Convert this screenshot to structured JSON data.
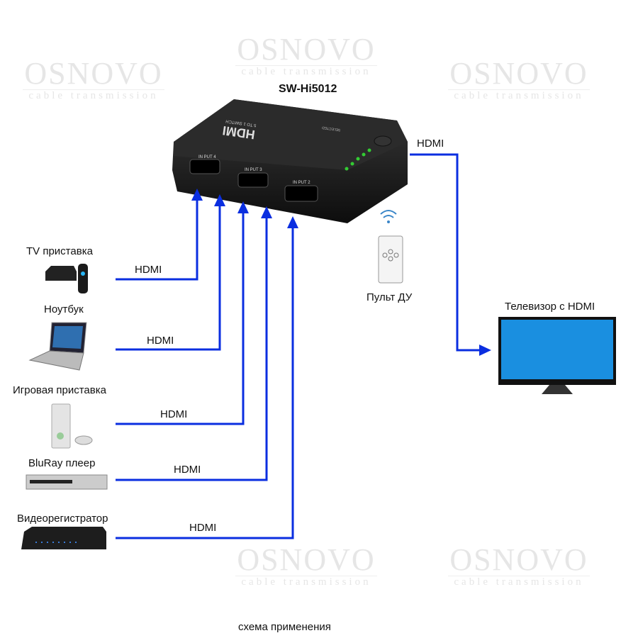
{
  "watermark": {
    "brand": "OSNOVO",
    "tagline": "cable transmission"
  },
  "switch": {
    "model": "SW-Hi5012",
    "logo": "HDMI",
    "sublogo": "5 TO 1 SWITCH",
    "selected_label": "SELECTED",
    "ports": [
      "IN PUT 4",
      "IN PUT 3",
      "IN PUT 2"
    ]
  },
  "sources": [
    {
      "name": "TV приставка",
      "link": "HDMI"
    },
    {
      "name": "Ноутбук",
      "link": "HDMI"
    },
    {
      "name": "Игровая приставка",
      "link": "HDMI"
    },
    {
      "name": "BluRay плеер",
      "link": "HDMI"
    },
    {
      "name": "Видеорегистратор",
      "link": "HDMI"
    }
  ],
  "output": {
    "link": "HDMI",
    "name": "Телевизор с HDMI"
  },
  "remote": {
    "name": "Пульт ДУ",
    "icon": "wifi-signal-icon"
  },
  "caption": "схема применения",
  "colors": {
    "line": "#0a2ee0",
    "tv_screen": "#1a8fe0"
  }
}
